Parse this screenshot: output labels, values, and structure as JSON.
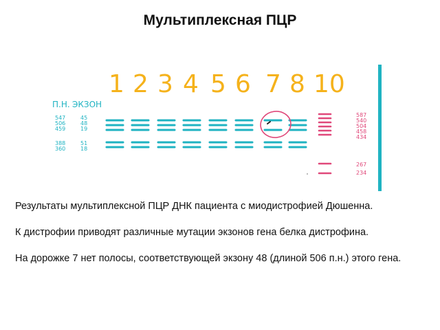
{
  "title": "Мультиплексная ПЦР",
  "figure": {
    "lane_labels": [
      "1",
      "2",
      "3",
      "4",
      "5",
      "6",
      "7",
      "8",
      "10"
    ],
    "left_header": {
      "size_label": "П.Н.",
      "exon_label": "ЭКЗОН"
    },
    "left_rows_top": [
      {
        "size": "547",
        "exon": "45"
      },
      {
        "size": "506",
        "exon": "48"
      },
      {
        "size": "459",
        "exon": "19"
      }
    ],
    "left_rows_bottom": [
      {
        "size": "388",
        "exon": "51"
      },
      {
        "size": "360",
        "exon": "18"
      }
    ],
    "right_sizes_top": [
      "587",
      "540",
      "504",
      "458",
      "434"
    ],
    "right_sizes_bottom": [
      "267",
      "234"
    ],
    "missing_band_lane": "7",
    "colors": {
      "lane_numbers": "#f5b21b",
      "bands": "#1fb3c2",
      "ladder": "#e0487a",
      "circle": "#e0487a"
    }
  },
  "paragraphs": [
    "Результаты мультиплексной ПЦР ДНК пациента с миодистрофией Дюшенна.",
    "К дистрофии приводят различные мутации экзонов гена белка дистрофина.",
    "На дорожке 7 нет полосы, соответствующей экзону 48 (длиной 506 п.н.) этого гена."
  ]
}
